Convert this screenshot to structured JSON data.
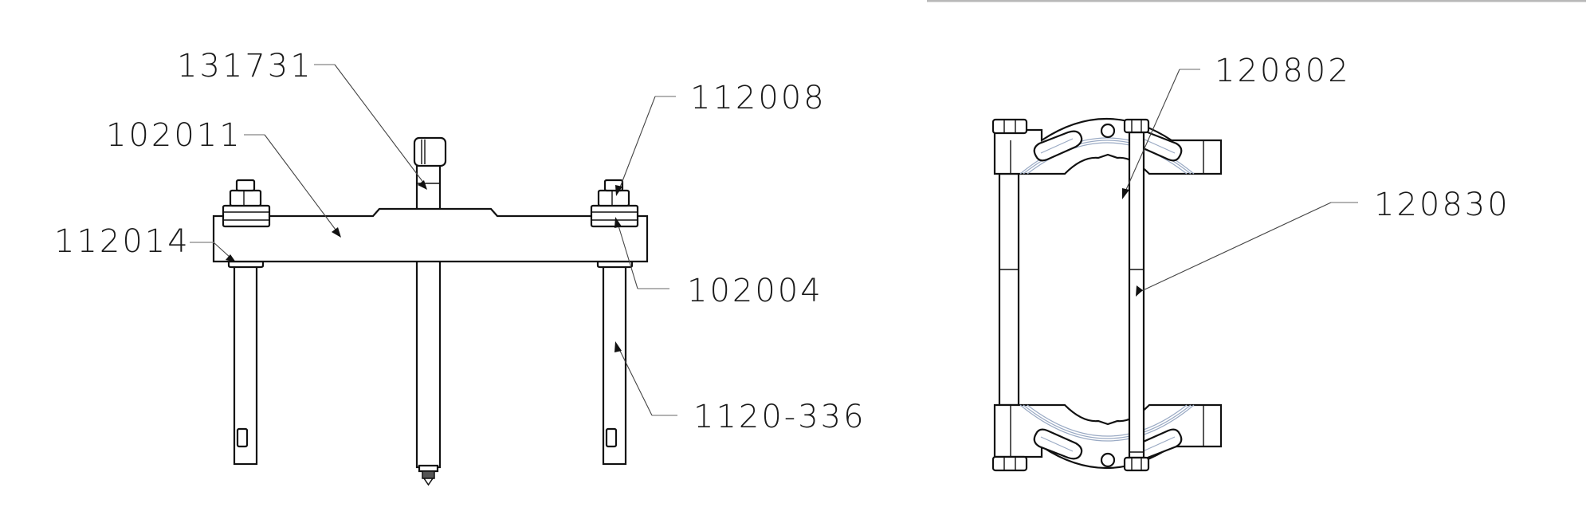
{
  "drawing": {
    "type": "exploded parts diagram",
    "views": [
      {
        "name": "puller-assembly",
        "callouts": [
          {
            "id": "131731",
            "label": "131731",
            "target": "center forcing screw"
          },
          {
            "id": "102011",
            "label": "102011",
            "target": "cross bar"
          },
          {
            "id": "112014",
            "label": "112014",
            "target": "leg washer"
          },
          {
            "id": "112008",
            "label": "112008",
            "target": "hex nut"
          },
          {
            "id": "102004",
            "label": "102004",
            "target": "flat washer"
          },
          {
            "id": "1120-336",
            "label": "1120-336",
            "target": "puller leg"
          }
        ]
      },
      {
        "name": "bearing-separator",
        "callouts": [
          {
            "id": "120802",
            "label": "120802",
            "target": "separator half"
          },
          {
            "id": "120830",
            "label": "120830",
            "target": "separator bolt"
          }
        ]
      }
    ],
    "colors": {
      "line": "#111111",
      "leader": "#444444",
      "hidden_edge": "#9aaac4",
      "top_rule": "#b8b8b8",
      "background": "#ffffff"
    }
  }
}
